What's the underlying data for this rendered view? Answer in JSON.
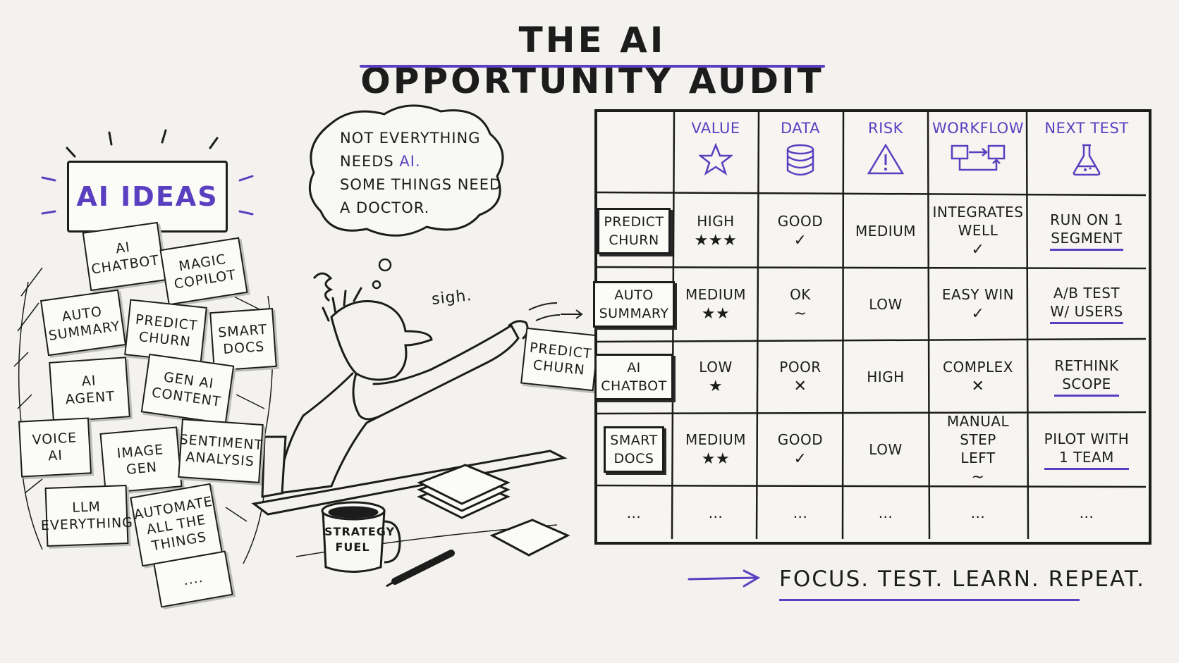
{
  "title": "THE AI OPPORTUNITY AUDIT",
  "accent_color": "#5a3fc0",
  "ideas_pile": {
    "header": "AI IDEAS",
    "notes": [
      "AI\nCHATBOT",
      "MAGIC\nCOPILOT",
      "AUTO\nSUMMARY",
      "PREDICT\nCHURN",
      "SMART\nDOCS",
      "AI\nAGENT",
      "GEN AI\nCONTENT",
      "VOICE\nAI",
      "IMAGE\nGEN",
      "SENTIMENT\nANALYSIS",
      "LLM\nEVERYTHING",
      "AUTOMATE\nALL THE\nTHINGS",
      "...."
    ]
  },
  "thought_bubble": {
    "line1": "NOT EVERYTHING",
    "line2_prefix": "NEEDS ",
    "line2_ai": "AI.",
    "line3": "SOME THINGS NEED",
    "line4": "A DOCTOR."
  },
  "sigh": "sigh.",
  "held_card": "PREDICT\nCHURN",
  "mug_label": "STRATEGY\nFUEL",
  "table": {
    "headers": [
      {
        "label": "VALUE",
        "icon": "star-icon"
      },
      {
        "label": "DATA",
        "icon": "database-icon"
      },
      {
        "label": "RISK",
        "icon": "warning-icon"
      },
      {
        "label": "WORKFLOW",
        "icon": "workflow-icon"
      },
      {
        "label": "NEXT TEST",
        "icon": "flask-icon"
      }
    ],
    "rows": [
      {
        "name": "PREDICT\nCHURN",
        "value": "HIGH",
        "value_mark": "★★★",
        "data": "GOOD",
        "data_mark": "✓",
        "risk": "MEDIUM",
        "workflow": "INTEGRATES\nWELL",
        "workflow_mark": "✓",
        "next": "RUN ON 1\nSEGMENT"
      },
      {
        "name": "AUTO\nSUMMARY",
        "value": "MEDIUM",
        "value_mark": "★★",
        "data": "OK",
        "data_mark": "~",
        "risk": "LOW",
        "workflow": "EASY WIN",
        "workflow_mark": "✓",
        "next": "A/B TEST\nW/ USERS"
      },
      {
        "name": "AI\nCHATBOT",
        "value": "LOW",
        "value_mark": "★",
        "data": "POOR",
        "data_mark": "✕",
        "risk": "HIGH",
        "workflow": "COMPLEX",
        "workflow_mark": "✕",
        "next": "RETHINK\nSCOPE"
      },
      {
        "name": "SMART\nDOCS",
        "value": "MEDIUM",
        "value_mark": "★★",
        "data": "GOOD",
        "data_mark": "✓",
        "risk": "LOW",
        "workflow": "MANUAL STEP\nLEFT",
        "workflow_mark": "~",
        "next": "PILOT WITH\n1 TEAM"
      }
    ],
    "ellipsis": "..."
  },
  "footer": "FOCUS. TEST. LEARN. REPEAT."
}
